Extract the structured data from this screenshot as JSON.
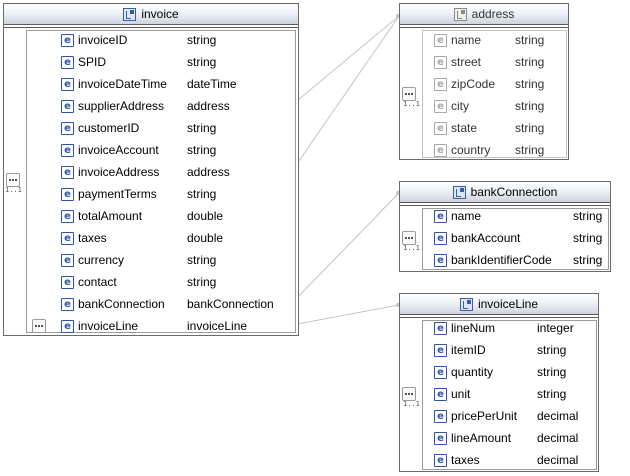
{
  "boxes": {
    "invoice": {
      "title": "invoice",
      "icon": "complex-type-icon",
      "elements": [
        {
          "name": "invoiceID",
          "type": "string"
        },
        {
          "name": "SPID",
          "type": "string"
        },
        {
          "name": "invoiceDateTime",
          "type": "dateTime"
        },
        {
          "name": "supplierAddress",
          "type": "address"
        },
        {
          "name": "customerID",
          "type": "string"
        },
        {
          "name": "invoiceAccount",
          "type": "string"
        },
        {
          "name": "invoiceAddress",
          "type": "address"
        },
        {
          "name": "paymentTerms",
          "type": "string"
        },
        {
          "name": "totalAmount",
          "type": "double"
        },
        {
          "name": "taxes",
          "type": "double"
        },
        {
          "name": "currency",
          "type": "string"
        },
        {
          "name": "contact",
          "type": "string"
        },
        {
          "name": "bankConnection",
          "type": "bankConnection"
        },
        {
          "name": "invoiceLine",
          "type": "invoiceLine"
        }
      ]
    },
    "address": {
      "title": "address",
      "icon": "complex-type-icon",
      "elements": [
        {
          "name": "name",
          "type": "string"
        },
        {
          "name": "street",
          "type": "string"
        },
        {
          "name": "zipCode",
          "type": "string"
        },
        {
          "name": "city",
          "type": "string"
        },
        {
          "name": "state",
          "type": "string"
        },
        {
          "name": "country",
          "type": "string"
        }
      ]
    },
    "bankConnection": {
      "title": "bankConnection",
      "icon": "complex-type-icon",
      "elements": [
        {
          "name": "name",
          "type": "string"
        },
        {
          "name": "bankAccount",
          "type": "string"
        },
        {
          "name": "bankIdentifierCode",
          "type": "string"
        }
      ]
    },
    "invoiceLine": {
      "title": "invoiceLine",
      "icon": "complex-type-icon",
      "elements": [
        {
          "name": "lineNum",
          "type": "integer"
        },
        {
          "name": "itemID",
          "type": "string"
        },
        {
          "name": "quantity",
          "type": "string"
        },
        {
          "name": "unit",
          "type": "string"
        },
        {
          "name": "pricePerUnit",
          "type": "decimal"
        },
        {
          "name": "lineAmount",
          "type": "decimal"
        },
        {
          "name": "taxes",
          "type": "decimal"
        }
      ]
    }
  },
  "element_icon_letter": "e",
  "sequence_cardinality": "1..1",
  "connections": [
    {
      "from": "invoice.supplierAddress",
      "to": "address"
    },
    {
      "from": "invoice.invoiceAddress",
      "to": "address"
    },
    {
      "from": "invoice.bankConnection",
      "to": "bankConnection"
    },
    {
      "from": "invoice.invoiceLine",
      "to": "invoiceLine"
    }
  ],
  "colors": {
    "element_icon": "#2f53a8",
    "element_icon_muted": "#a8a8a8",
    "connector": "#c4c4c4",
    "header_gradient_bottom": "#cdd3de"
  }
}
